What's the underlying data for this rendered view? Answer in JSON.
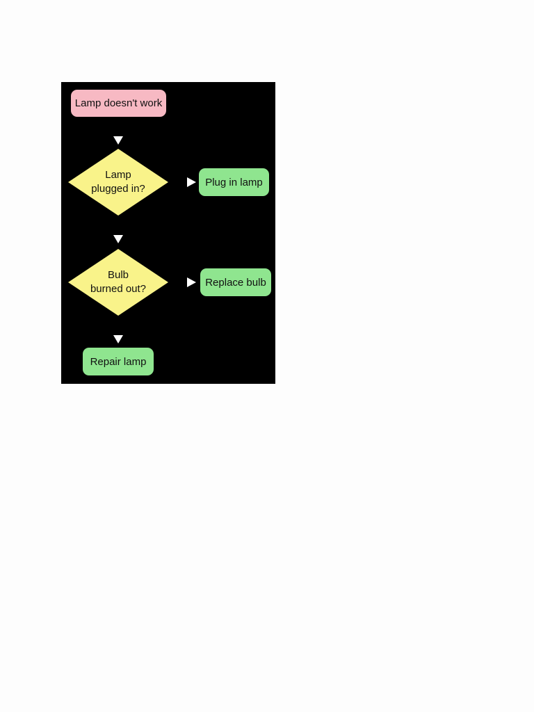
{
  "diagram": {
    "type": "flowchart",
    "colors": {
      "background": "#000000",
      "start": "#f7b9c3",
      "decision": "#f9f38a",
      "action": "#8fe58f",
      "arrow": "#ffffff"
    },
    "start": {
      "label": "Lamp doesn't work"
    },
    "decisions": [
      {
        "line1": "Lamp",
        "line2": "plugged in?"
      },
      {
        "line1": "Bulb",
        "line2": "burned out?"
      }
    ],
    "actions": [
      {
        "label": "Plug in lamp"
      },
      {
        "label": "Replace bulb"
      },
      {
        "label": "Repair lamp"
      }
    ]
  }
}
